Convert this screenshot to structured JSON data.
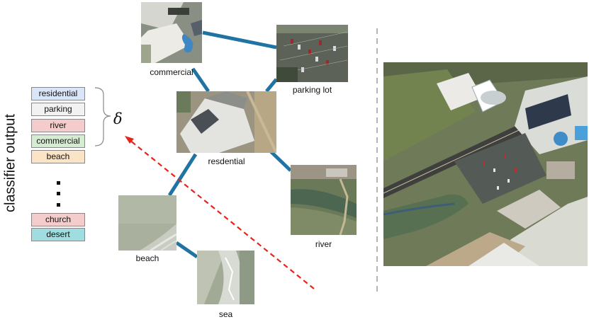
{
  "side_label": "classifier output",
  "classifier": {
    "top": [
      {
        "label": "residential",
        "color": "#dae6f7"
      },
      {
        "label": "parking",
        "color": "#f2f2f2"
      },
      {
        "label": "river",
        "color": "#f5cccc"
      },
      {
        "label": "commercial",
        "color": "#d6ecd2"
      },
      {
        "label": "beach",
        "color": "#fbe3c6"
      }
    ],
    "bottom": [
      {
        "label": "church",
        "color": "#f5cccc"
      },
      {
        "label": "desert",
        "color": "#9fdde0"
      }
    ]
  },
  "delta_symbol": "δ",
  "graph": {
    "edge_color": "#1f74a3",
    "arrow_color": "#e8231b",
    "nodes": [
      {
        "id": "commercial",
        "label": "commercial"
      },
      {
        "id": "parking",
        "label": "parking lot"
      },
      {
        "id": "residential",
        "label": "resdential"
      },
      {
        "id": "river",
        "label": "river"
      },
      {
        "id": "beach",
        "label": "beach"
      },
      {
        "id": "sea",
        "label": "sea"
      }
    ],
    "edges": [
      [
        "commercial",
        "parking"
      ],
      [
        "commercial",
        "residential"
      ],
      [
        "parking",
        "residential"
      ],
      [
        "residential",
        "river"
      ],
      [
        "residential",
        "beach"
      ],
      [
        "beach",
        "sea"
      ]
    ]
  },
  "divider_color": "#b5b5b5"
}
